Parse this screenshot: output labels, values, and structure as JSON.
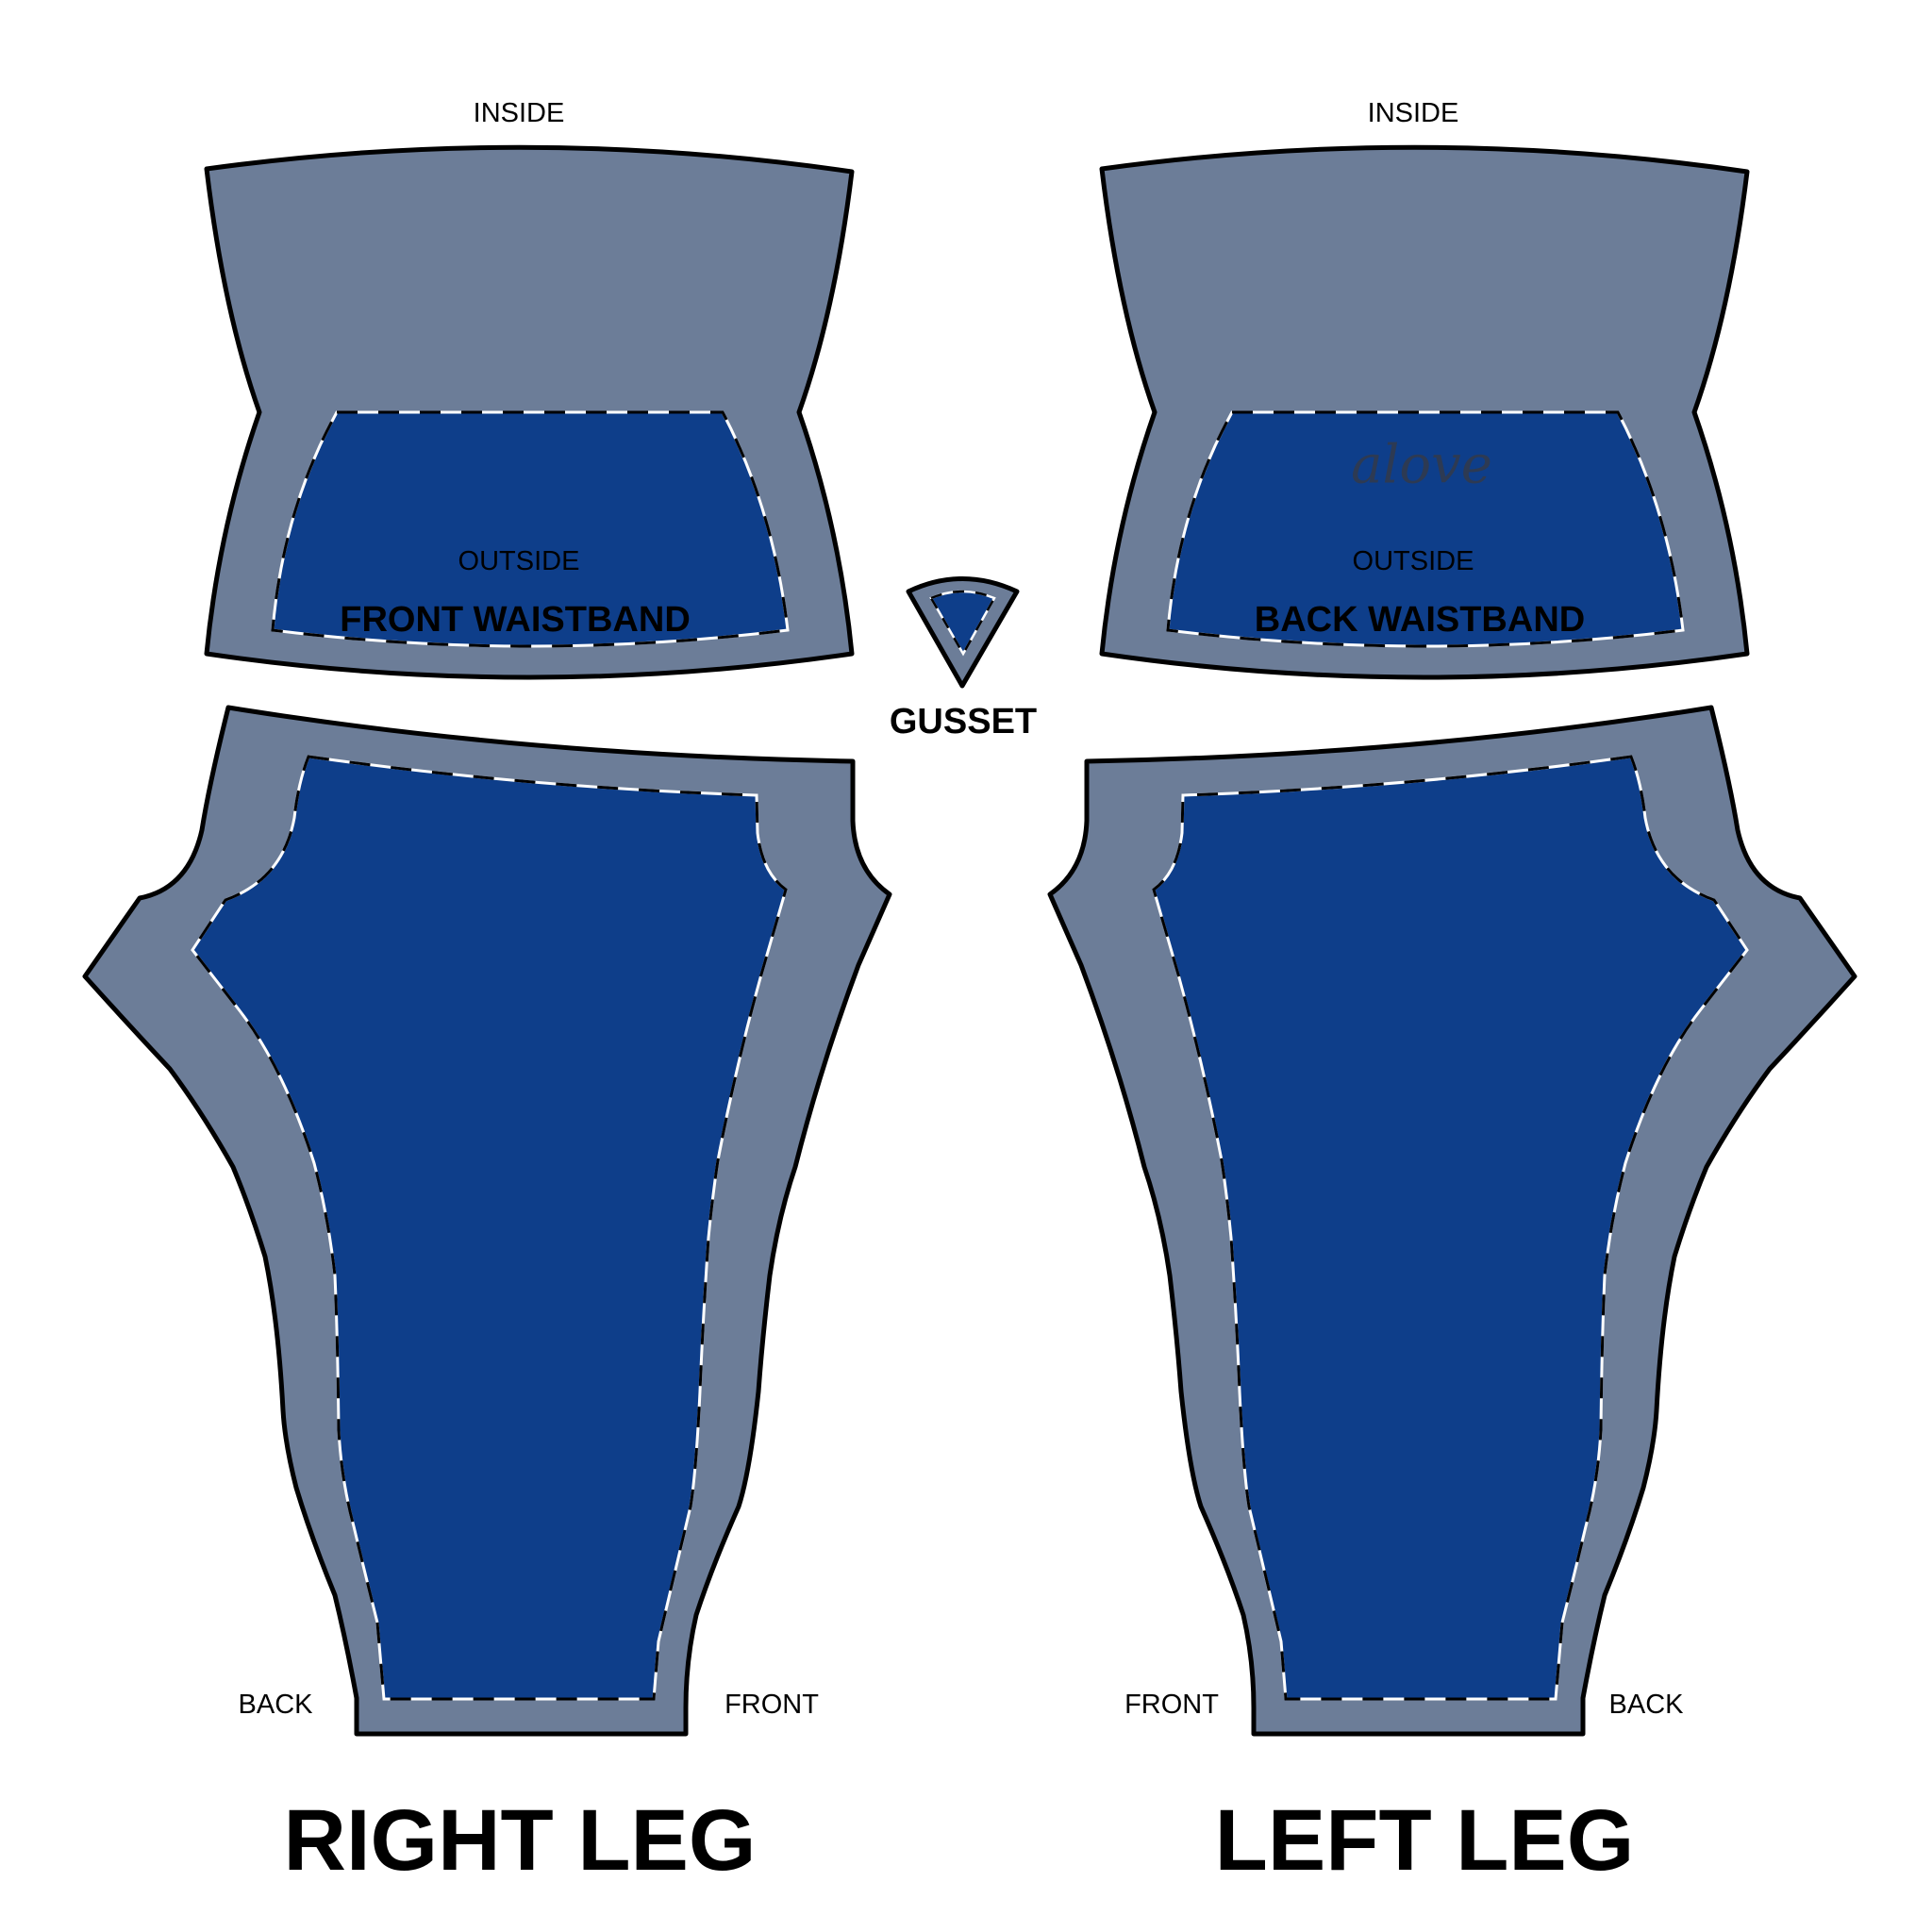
{
  "colors": {
    "panel": "#6c7d98",
    "print_area": "#0e3e8a",
    "outline": "#000000",
    "background": "#ffffff"
  },
  "pieces": {
    "front_waistband": {
      "title": "FRONT WAISTBAND",
      "top_label": "INSIDE",
      "bottom_label": "OUTSIDE"
    },
    "back_waistband": {
      "title": "BACK WAISTBAND",
      "top_label": "INSIDE",
      "bottom_label": "OUTSIDE",
      "watermark": "alove"
    },
    "gusset": {
      "title": "GUSSET"
    },
    "right_leg": {
      "title": "RIGHT LEG",
      "left_label": "BACK",
      "right_label": "FRONT"
    },
    "left_leg": {
      "title": "LEFT LEG",
      "left_label": "FRONT",
      "right_label": "BACK"
    }
  }
}
